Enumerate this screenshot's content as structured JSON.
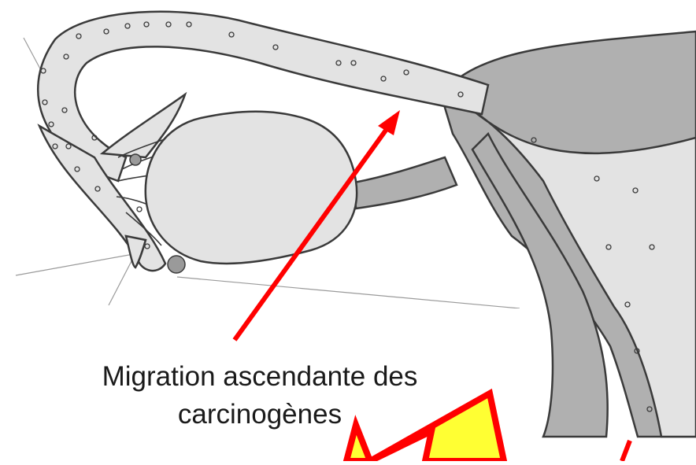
{
  "caption": {
    "line1": "Migration ascendante des",
    "line2": "carcinogènes"
  },
  "colors": {
    "background": "#ffffff",
    "tissue_light": "#e3e3e3",
    "tissue_dark": "#b0b0b0",
    "outline": "#3a3a3a",
    "arrow": "#ff0000",
    "highlight_fill": "#ffff33"
  },
  "icons": [
    "arrow-up-right",
    "lightning-shape"
  ]
}
